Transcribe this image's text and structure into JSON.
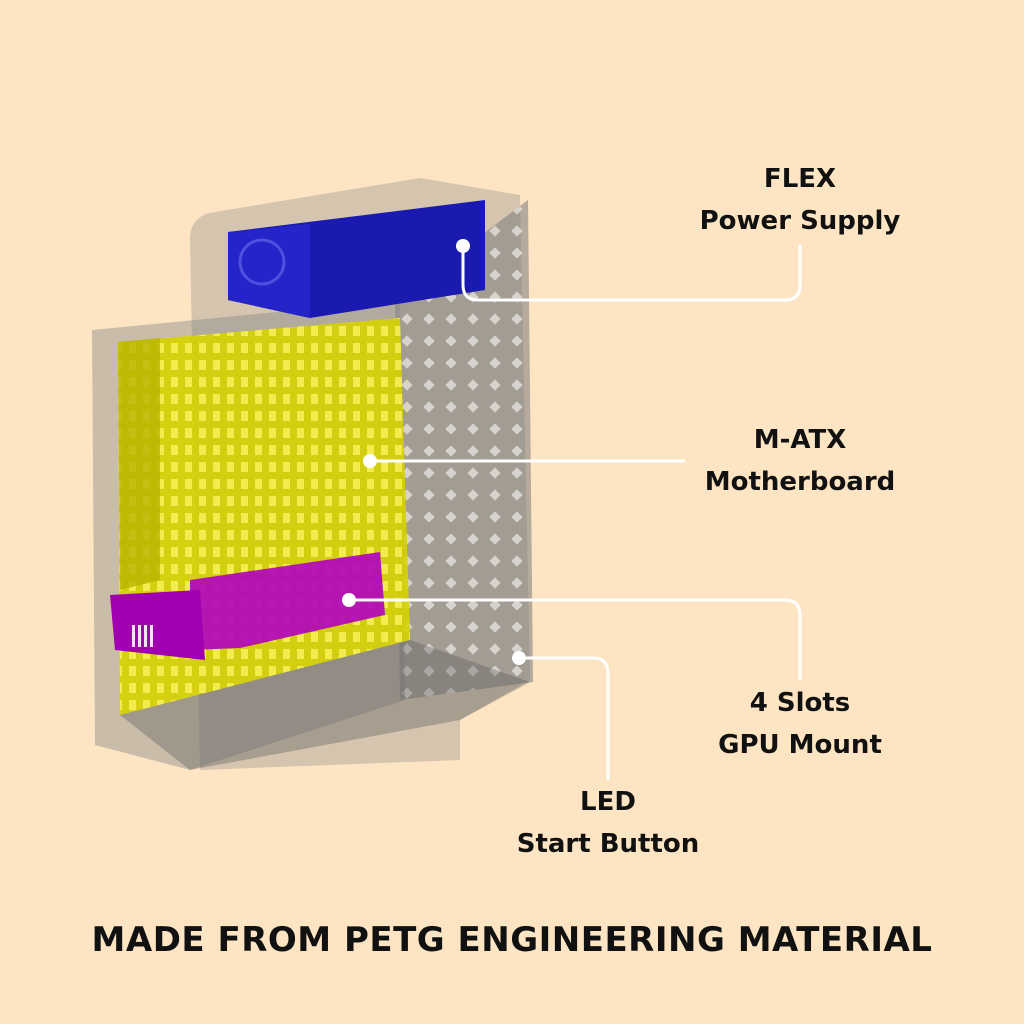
{
  "callouts": [
    {
      "line1": "FLEX",
      "line2": "Power Supply"
    },
    {
      "line1": "M-ATX",
      "line2": "Motherboard"
    },
    {
      "line1": "4 Slots",
      "line2": "GPU Mount"
    },
    {
      "line1": "LED",
      "line2": "Start Button"
    }
  ],
  "footer": "MADE FROM PETG ENGINEERING MATERIAL",
  "colors": {
    "background": "#FDE5C3",
    "psu": "#1A1AB0",
    "motherboard": "#D6D300",
    "gpu": "#B000C0",
    "case": "#8A8A8A"
  }
}
